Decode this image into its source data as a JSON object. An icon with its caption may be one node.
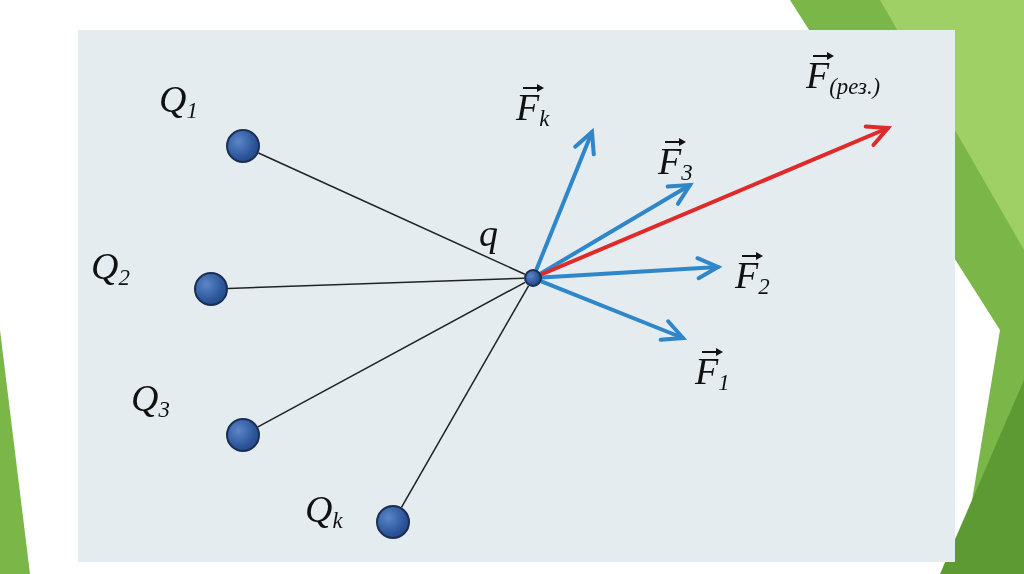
{
  "diagram": {
    "nodes": [
      {
        "text": [
          "Q$_{1}$"
        ]
      },
      {
        "text": [
          "Q$_{2}$"
        ]
      },
      {
        "text": [
          "Q$_{3}$"
        ]
      },
      {
        "text": [
          "Q$_{k}$"
        ]
      },
      {
        "text": [
          "q"
        ]
      }
    ],
    "edges": [
      {
        "from": 0,
        "to": 4,
        "arrow": "none"
      },
      {
        "from": 1,
        "to": 4,
        "arrow": "none"
      },
      {
        "from": 2,
        "to": 4,
        "arrow": "none"
      },
      {
        "from": 3,
        "to": 4,
        "arrow": "none"
      }
    ],
    "labels": [
      "F$_{k}$",
      "F$_{3}$",
      "F$_{(рез.)}$",
      "F$_{2}$",
      "F$_{1}$"
    ]
  }
}
